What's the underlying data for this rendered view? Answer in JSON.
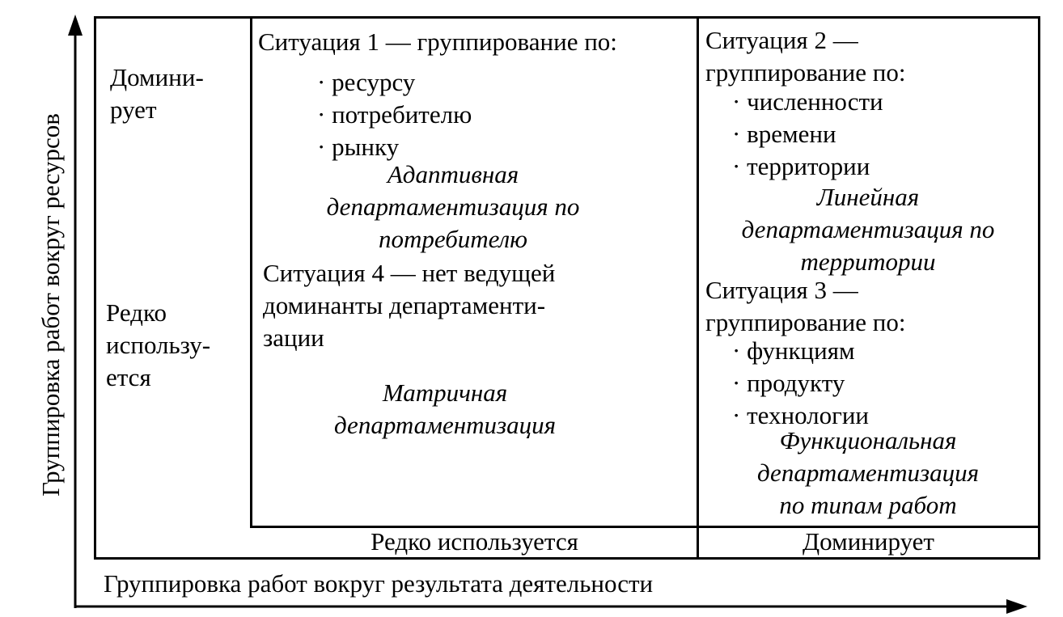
{
  "axes": {
    "y_label": "Группировка работ вокруг ресурсов",
    "x_label": "Группировка работ вокруг результата деятельности"
  },
  "row_labels": {
    "dominates": [
      "Домини-",
      "рует"
    ],
    "rarely": [
      "Редко",
      "использу-",
      "ется"
    ]
  },
  "col_labels": {
    "rarely": "Редко используется",
    "dominates": "Доминирует"
  },
  "situation1": {
    "title": "Ситуация 1 — группирование по:",
    "items": [
      "ресурсу",
      "потребителю",
      "рынку"
    ],
    "result": [
      "Адаптивная",
      "департаментизация по",
      "потребителю"
    ]
  },
  "situation2": {
    "title": [
      "Ситуация 2 —",
      "группирование по:"
    ],
    "items": [
      "численности",
      "времени",
      "территории"
    ],
    "result": [
      "Линейная",
      "департаментизация по",
      "территории"
    ]
  },
  "situation3": {
    "title": [
      "Ситуация 3 —",
      "группирование по:"
    ],
    "items": [
      "функциям",
      "продукту",
      "технологии"
    ],
    "result": [
      "Функциональная",
      "департаментизация",
      "по типам работ"
    ]
  },
  "situation4": {
    "title": [
      "Ситуация 4 — нет ведущей",
      "доминанты департаменти-",
      "зации"
    ],
    "result": [
      "Матричная",
      "департаментизация"
    ]
  },
  "bullet": "·"
}
